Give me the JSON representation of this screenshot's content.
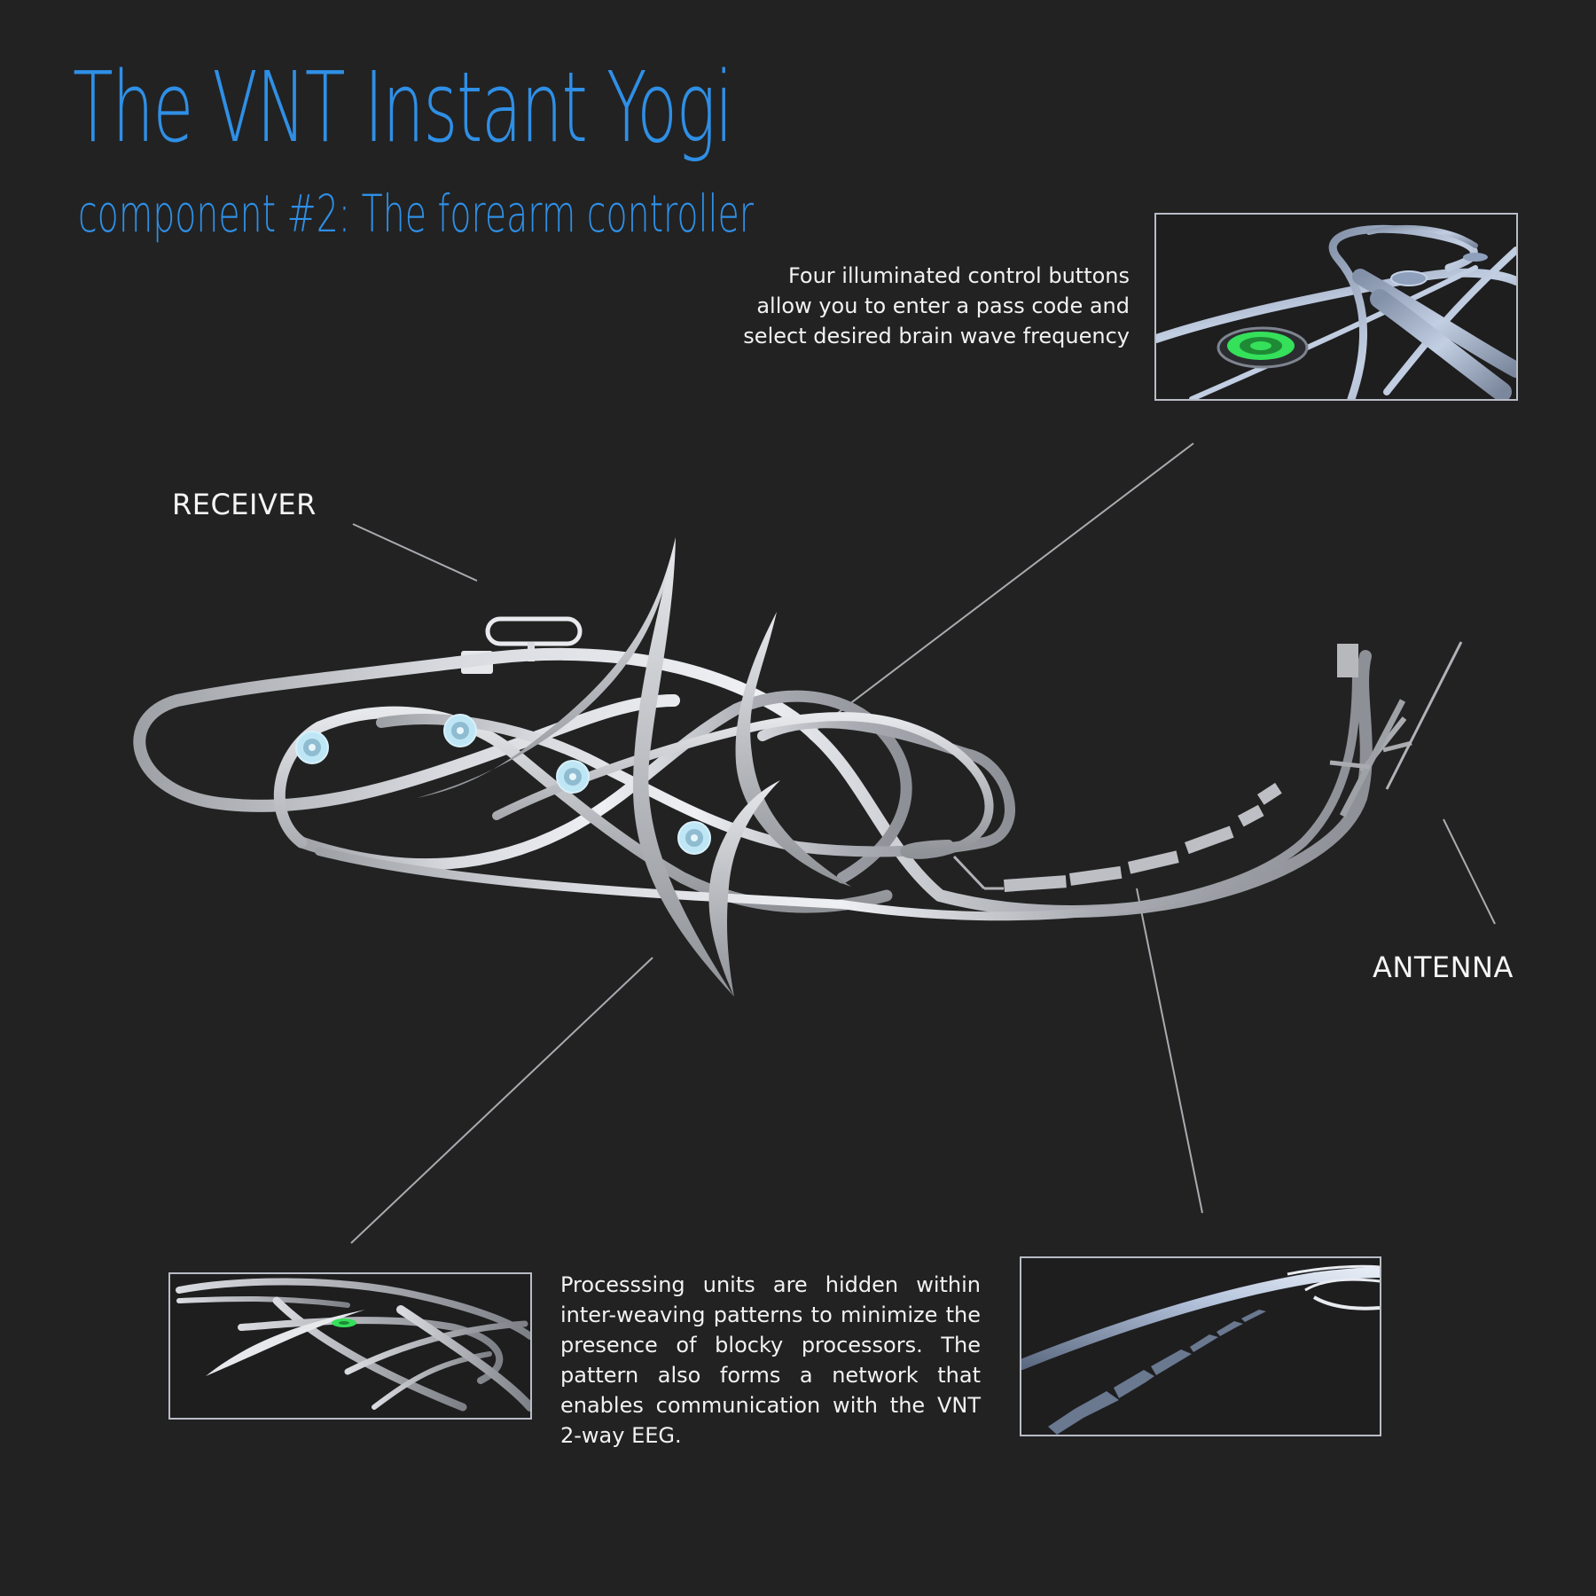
{
  "title": "The VNT Instant Yogi",
  "subtitle": "component #2: The forearm controller",
  "labels": {
    "receiver": "RECEIVER",
    "antenna": "ANTENNA"
  },
  "callouts": {
    "buttons_text": "Four illuminated control buttons allow you to enter a pass code and select desired brain wave frequency",
    "processing_text": "Processsing units are hidden within inter-weaving patterns to minimize the presence of blocky processors. The pattern also forms a network that enables communication  with the VNT 2-way EEG."
  },
  "colors": {
    "background": "#222222",
    "title": "#2f8fe6",
    "button_glow": "#35e05a",
    "button_ring": "#bfe6f5",
    "metal": "#c9cbd0"
  }
}
